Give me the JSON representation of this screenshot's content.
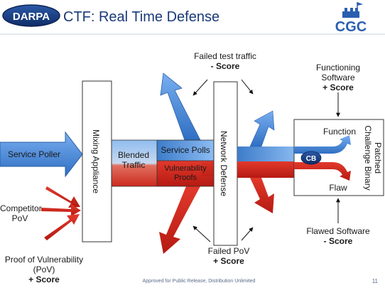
{
  "header": {
    "logo_text": "DARPA",
    "title": "CTF: Real Time Defense",
    "cgc_logo_text": "CGC"
  },
  "diagram": {
    "service_poller": "Service Poller",
    "mixing_appliance": "Mixing Appliance",
    "blended_traffic_line1": "Blended",
    "blended_traffic_line2": "Traffic",
    "service_polls": "Service Polls",
    "vuln_proofs_line1": "Vulnerability",
    "vuln_proofs_line2": "Proofs",
    "network_defense": "Network Defense",
    "patched_cb_line1": "Patched",
    "patched_cb_line2": "Challenge Binary",
    "cb": "CB",
    "function": "Function",
    "flaw": "Flaw",
    "competitor_pov_line1": "Competitor",
    "competitor_pov_line2": "PoV",
    "pov_line1": "Proof of Vulnerability",
    "pov_line2": "(PoV)",
    "pov_score": "+ Score",
    "failed_test_line1": "Failed test traffic",
    "failed_test_score": "- Score",
    "failed_pov_line1": "Failed PoV",
    "failed_pov_score": "+ Score",
    "functioning_line1": "Functioning",
    "functioning_line2": "Software",
    "functioning_score": "+ Score",
    "flawed_line1": "Flawed Software",
    "flawed_score": "- Score"
  },
  "footer": {
    "approval": "Approved for Public Release, Distribution Unlimited",
    "page_number": "11"
  },
  "colors": {
    "blue": "#4f8fd8",
    "red": "#d9261c",
    "navy": "#1a3a7a"
  }
}
